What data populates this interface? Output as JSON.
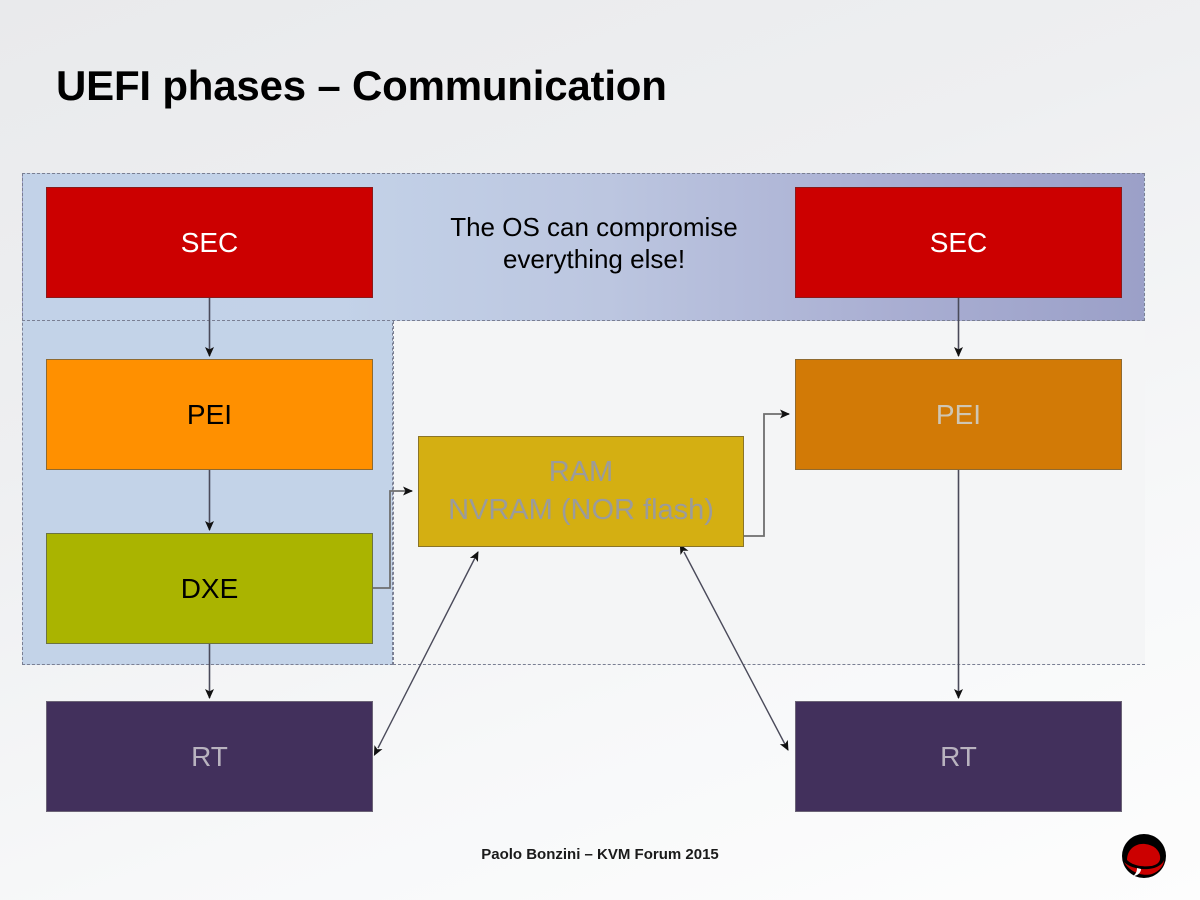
{
  "slide": {
    "title": "UEFI phases – Communication",
    "footer": "Paolo Bonzini – KVM Forum 2015",
    "logo_name": "red-hat-shadowman-logo"
  },
  "callout": {
    "text": "The OS can compromise\neverything else!"
  },
  "regions": {
    "firmware_band_label": "firmware-trust-band",
    "trusted_label": "trusted-boot-region",
    "untrusted_label": "os-reachable-region"
  },
  "boxes": {
    "sec_left": {
      "label": "SEC",
      "fill": "#cc0000",
      "text_color": "#ffffff"
    },
    "pei_left": {
      "label": "PEI",
      "fill": "#ff9000",
      "text_color": "#000000"
    },
    "dxe_left": {
      "label": "DXE",
      "fill": "#aab400",
      "text_color": "#000000"
    },
    "rt_left": {
      "label": "RT",
      "fill": "#42305c",
      "text_color": "#b9b3bf"
    },
    "sec_right": {
      "label": "SEC",
      "fill": "#cc0000",
      "text_color": "#ffffff"
    },
    "pei_right": {
      "label": "PEI",
      "fill": "#d27a06",
      "text_color": "#cfc6b4"
    },
    "rt_right": {
      "label": "RT",
      "fill": "#42305c",
      "text_color": "#b9b3bf"
    },
    "ram": {
      "label": "RAM\nNVRAM (NOR flash)",
      "fill": "#d4af12",
      "text_color": "#9b9b9b"
    }
  },
  "connectors": [
    {
      "name": "sec-left-to-pei-left",
      "kind": "arrow-down"
    },
    {
      "name": "pei-left-to-dxe-left",
      "kind": "arrow-down"
    },
    {
      "name": "dxe-left-to-rt-left",
      "kind": "arrow-down"
    },
    {
      "name": "dxe-left-to-ram",
      "kind": "elbow-arrow"
    },
    {
      "name": "ram-to-pei-right",
      "kind": "elbow-arrow"
    },
    {
      "name": "sec-right-to-pei-right",
      "kind": "arrow-down"
    },
    {
      "name": "pei-right-to-rt-right",
      "kind": "arrow-down"
    },
    {
      "name": "rt-left-to-ram",
      "kind": "double-arrow-diagonal"
    },
    {
      "name": "ram-to-rt-right",
      "kind": "double-arrow-diagonal"
    }
  ],
  "colors": {
    "background_start": "#e9eaec",
    "background_end": "#fdfdfd",
    "trusted_region_fill": "#c3d3e8",
    "band_gradient_end": "#9ba0c8",
    "dash_border": "#7a7f93",
    "connector_line": "#6e6e6e",
    "arrowhead": "#111111",
    "logo_red": "#cc0000",
    "logo_black": "#000000"
  }
}
